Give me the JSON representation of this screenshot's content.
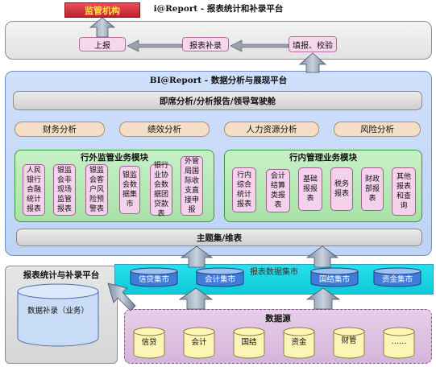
{
  "regulator": {
    "label": "监管机构"
  },
  "ireport": {
    "title": "i@Report - 报表统计和补录平台",
    "buttons": [
      "上报",
      "报表补录",
      "填报、校验"
    ]
  },
  "bi": {
    "title": "BI@Report - 数据分析与展现平台",
    "cockpit": "即席分析/分析报告/领导驾驶舱",
    "analyses": [
      "财务分析",
      "绩效分析",
      "人力资源分析",
      "风险分析"
    ],
    "external_module": {
      "title": "行外监管业务模块",
      "items": [
        "人民银行合融统计报表",
        "银监会非现场监管报表",
        "银监会客户风险预警表",
        "银监会数据集市",
        "银行业协会数据团贷款表",
        "外管局国际收支直接申报"
      ]
    },
    "internal_module": {
      "title": "行内管理业务模块",
      "items": [
        "行内综合统计报表",
        "会计结算类报表",
        "基础报报表",
        "税务报表",
        "财政部报表",
        "其他报表和查询"
      ]
    },
    "theme_bar": "主题集/维表"
  },
  "platform": {
    "title": "报表统计与补录平台",
    "db_label": "数据补录（业务）"
  },
  "mart": {
    "title": "报表数据集市",
    "cylinders": [
      "信贷集市",
      "会计集市",
      "国结集市",
      "资金集市"
    ]
  },
  "source": {
    "title": "数据源",
    "items": [
      "信贷",
      "会计",
      "国结",
      "资金",
      "财管",
      "……"
    ]
  },
  "colors": {
    "bi_panel": "#c6daf8",
    "green_module": "#b8ecb8",
    "mart_band": "#1ed4e2",
    "source_band": "#dcc0e0"
  }
}
